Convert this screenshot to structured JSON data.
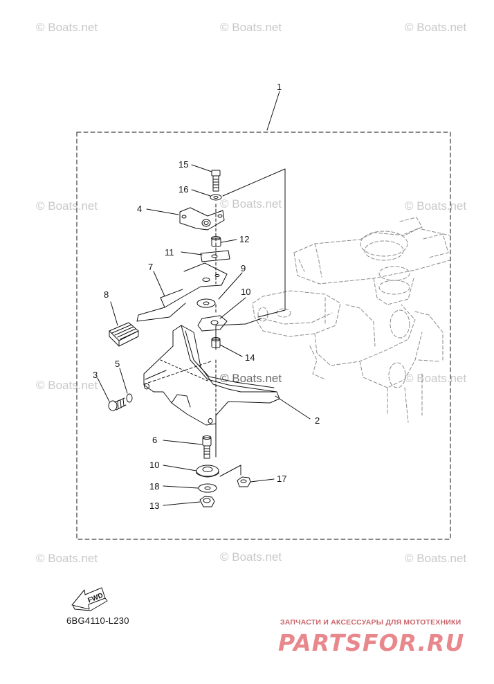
{
  "watermark": "© Boats.net",
  "diagram_code": "6BG4110-L230",
  "fwd_label": "FWD",
  "brand": {
    "tagline": "ЗАПЧАСТИ И АКСЕССУАРЫ ДЛЯ МОТОТЕХНИКИ",
    "logo": "PARTSFOR.RU"
  },
  "callouts": {
    "c1": "1",
    "c2": "2",
    "c3": "3",
    "c4": "4",
    "c5": "5",
    "c6": "6",
    "c7": "7",
    "c8": "8",
    "c9": "9",
    "c10a": "10",
    "c10b": "10",
    "c11": "11",
    "c12": "12",
    "c13": "13",
    "c14": "14",
    "c15": "15",
    "c16": "16",
    "c17": "17",
    "c18": "18"
  }
}
